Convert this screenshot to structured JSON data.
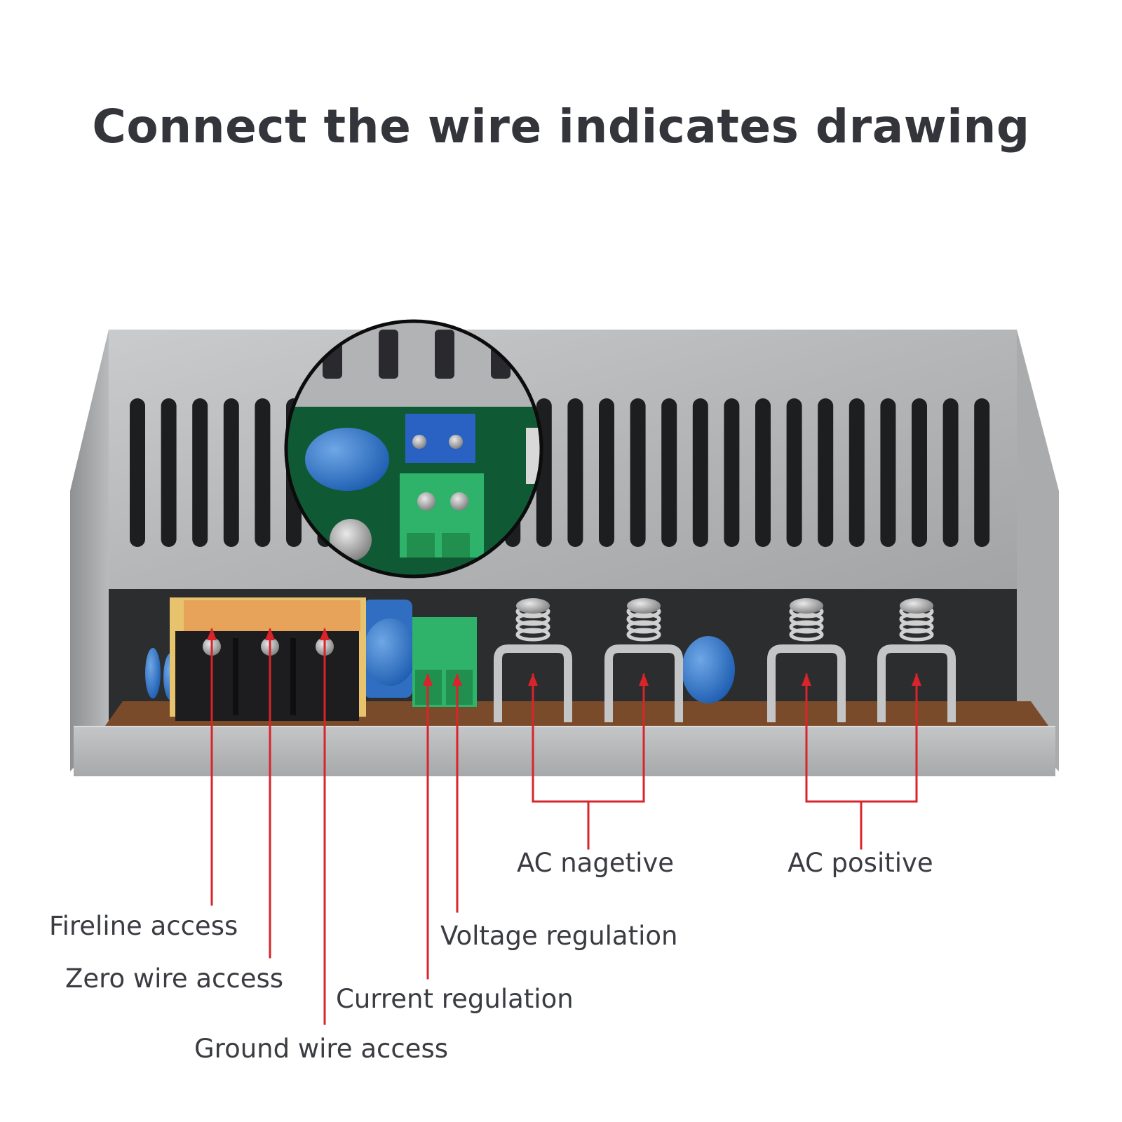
{
  "title": "Connect the wire indicates drawing",
  "leader_color": "#d8242a",
  "labels": {
    "fireline": "Fireline access",
    "zero_wire": "Zero wire access",
    "ground_wire": "Ground wire access",
    "current_regulation": "Current regulation",
    "voltage_regulation": "Voltage regulation",
    "ac_negative": "AC nagetive",
    "ac_positive": "AC positive"
  },
  "illustration": {
    "subject": "power-supply-unit",
    "inset": "regulation-terminal-closeup"
  }
}
